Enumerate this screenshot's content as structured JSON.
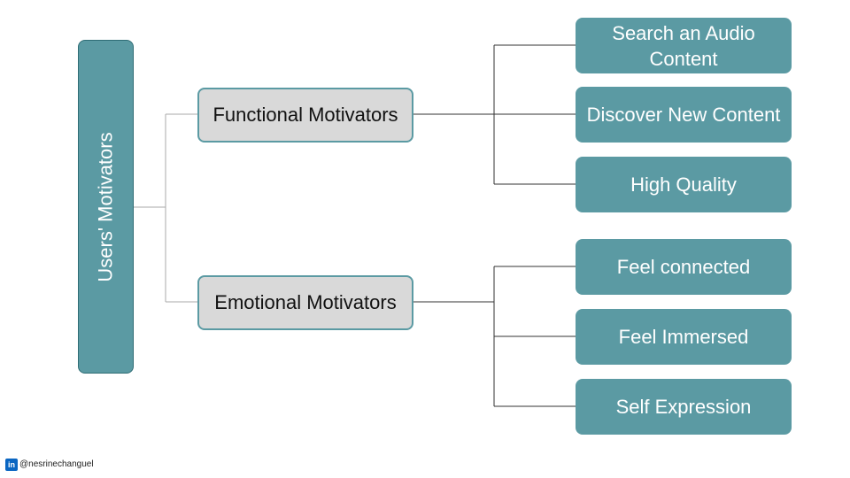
{
  "diagram": {
    "root": {
      "label": "Users' Motivators"
    },
    "branches": [
      {
        "label": "Functional Motivators",
        "children": [
          "Search an Audio Content",
          "Discover New Content",
          "High Quality"
        ]
      },
      {
        "label": "Emotional Motivators",
        "children": [
          "Feel connected",
          "Feel Immersed",
          "Self Expression"
        ]
      }
    ]
  },
  "colors": {
    "accent": "#5b9aa3",
    "mid_fill": "#d9d9d9",
    "connector": "#333333"
  },
  "footer": {
    "icon": "linkedin-icon",
    "icon_text": "in",
    "handle": "@nesrinechanguel"
  }
}
